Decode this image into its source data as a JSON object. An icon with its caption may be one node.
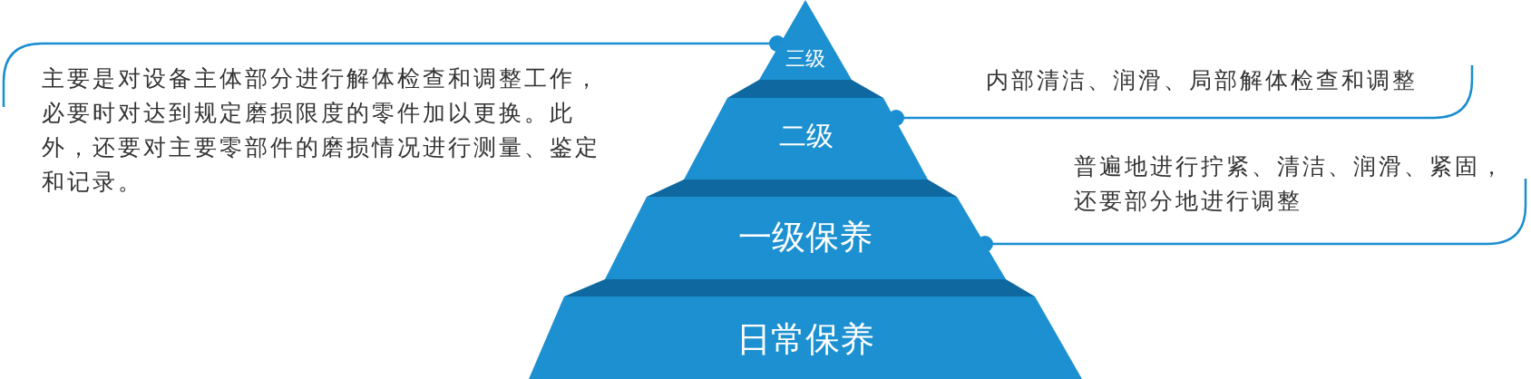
{
  "diagram": {
    "nodes": [
      {
        "text": [
          "三级"
        ]
      },
      {
        "text": [
          "二级"
        ]
      },
      {
        "text": [
          "一级保养"
        ]
      },
      {
        "text": [
          "日常保养"
        ]
      },
      {
        "text": [
          "主要是对设备主体部分进行解体检查和调整工作，必要时对达到规定磨损限度的零件加以更换。此外，还要对主要零部件的磨损情况进行测量、鉴定和记录。"
        ]
      },
      {
        "text": [
          "内部清洁、润滑、局部解体检查和调整"
        ]
      },
      {
        "text": [
          "普遍地进行拧紧、清洁、润滑、紧固，还要部分地进行调整"
        ]
      }
    ],
    "edges": [
      {
        "from": 4,
        "to": 0,
        "arrow": "other"
      },
      {
        "from": 5,
        "to": 1,
        "arrow": "other"
      },
      {
        "from": 6,
        "to": 2,
        "arrow": "other"
      }
    ]
  }
}
